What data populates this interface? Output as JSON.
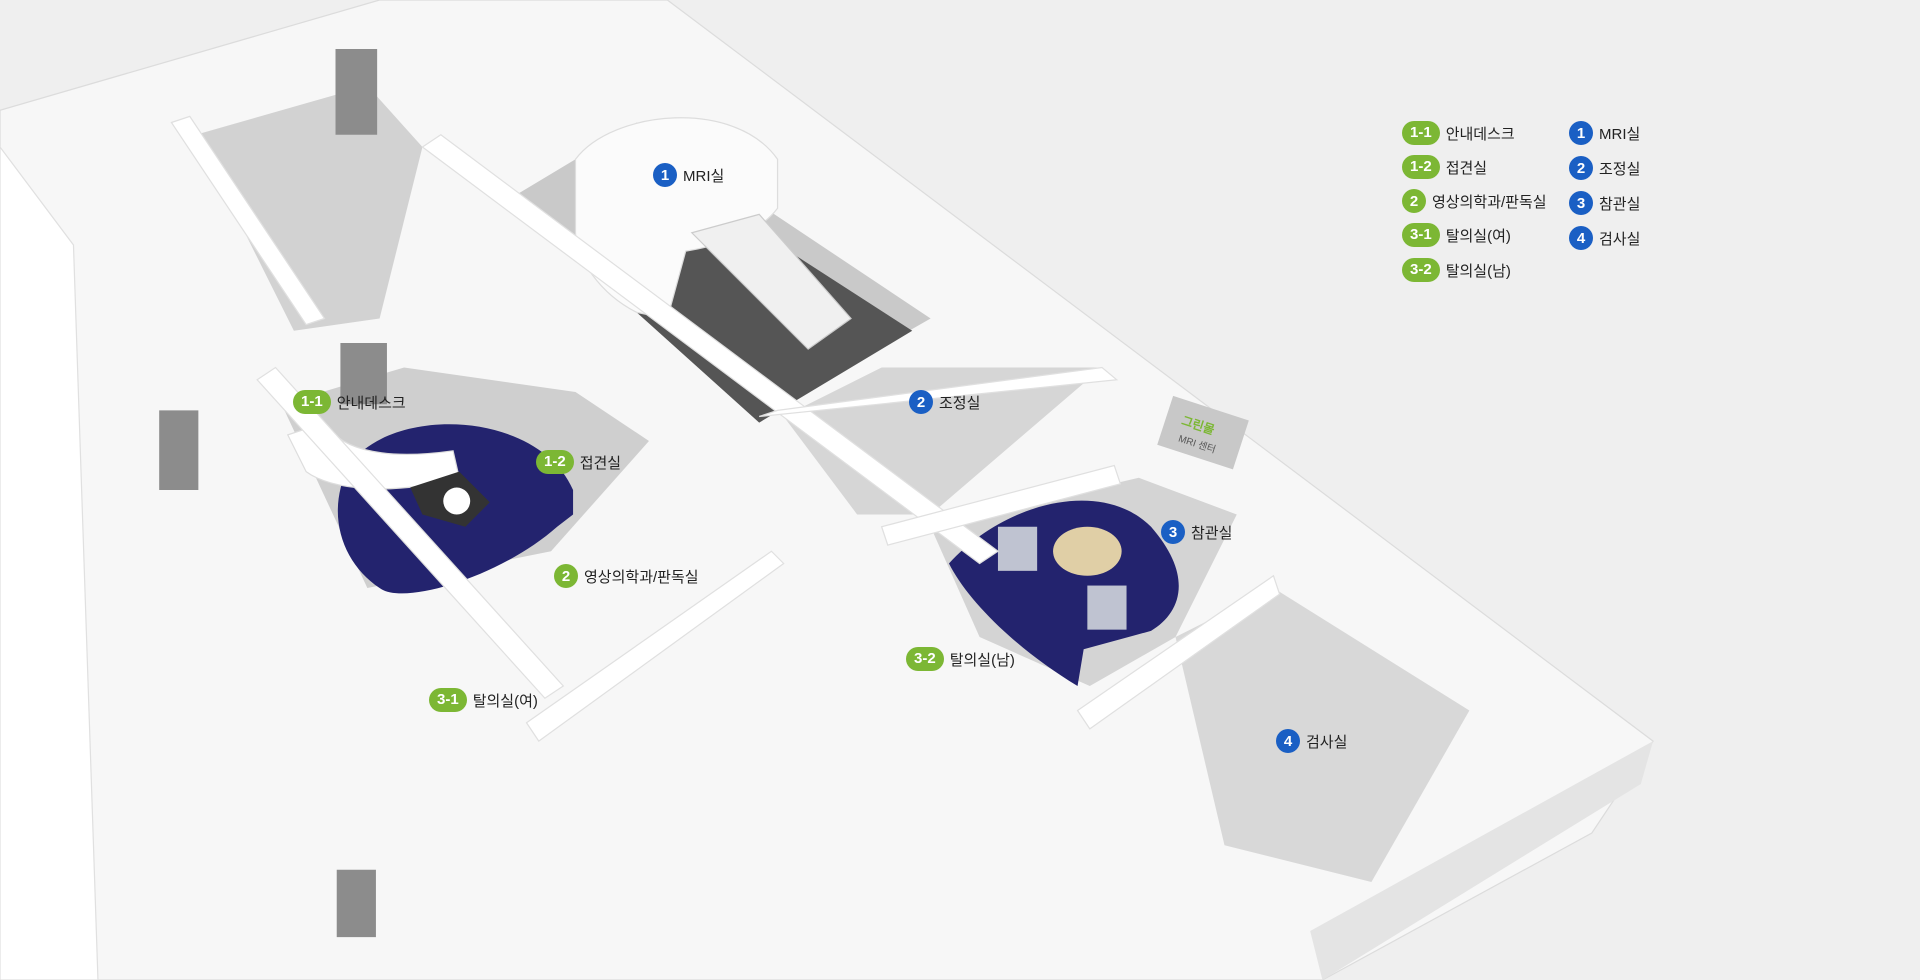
{
  "legend": {
    "green": [
      {
        "badge": "1-1",
        "label": "안내데스크"
      },
      {
        "badge": "1-2",
        "label": "접견실"
      },
      {
        "badge": "2",
        "label": "영상의학과/판독실"
      },
      {
        "badge": "3-1",
        "label": "탈의실(여)"
      },
      {
        "badge": "3-2",
        "label": "탈의실(남)"
      }
    ],
    "blue": [
      {
        "badge": "1",
        "label": "MRI실"
      },
      {
        "badge": "2",
        "label": "조정실"
      },
      {
        "badge": "3",
        "label": "참관실"
      },
      {
        "badge": "4",
        "label": "검사실"
      }
    ]
  },
  "map_labels": {
    "mri": {
      "badge": "1",
      "label": "MRI실"
    },
    "desk": {
      "badge": "1-1",
      "label": "안내데스크"
    },
    "reception": {
      "badge": "1-2",
      "label": "접견실"
    },
    "radiology": {
      "badge": "2",
      "label": "영상의학과/판독실"
    },
    "changing_f": {
      "badge": "3-1",
      "label": "탈의실(여)"
    },
    "control": {
      "badge": "2",
      "label": "조정실"
    },
    "observation": {
      "badge": "3",
      "label": "참관실"
    },
    "changing_m": {
      "badge": "3-2",
      "label": "탈의실(남)"
    },
    "exam": {
      "badge": "4",
      "label": "검사실"
    }
  },
  "sign": {
    "logo": "그린몰",
    "subtitle": "MRI 센터"
  },
  "colors": {
    "green": "#7cb734",
    "blue": "#1a5fc4",
    "carpet": "#23236e"
  }
}
